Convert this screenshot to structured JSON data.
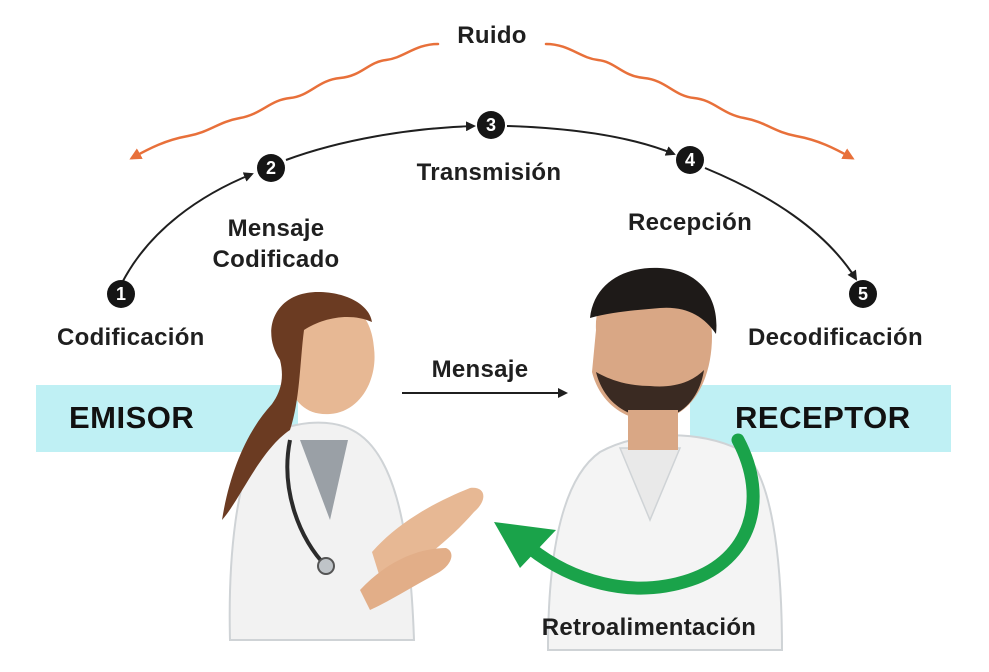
{
  "title": "Ruido",
  "steps": [
    {
      "number": "1",
      "label": "Codificación"
    },
    {
      "number": "2",
      "label_line1": "Mensaje",
      "label_line2": "Codificado"
    },
    {
      "number": "3",
      "label": "Transmisión"
    },
    {
      "number": "4",
      "label": "Recepción"
    },
    {
      "number": "5",
      "label": "Decodificación"
    }
  ],
  "roles": {
    "sender": "EMISOR",
    "receiver": "RECEPTOR"
  },
  "message_label": "Mensaje",
  "feedback_label": "Retroalimentación",
  "colors": {
    "noise": "#e8703a",
    "band": "#bff0f4",
    "feedback": "#1aa34a",
    "node": "#151515",
    "text": "#1f1f1f"
  }
}
